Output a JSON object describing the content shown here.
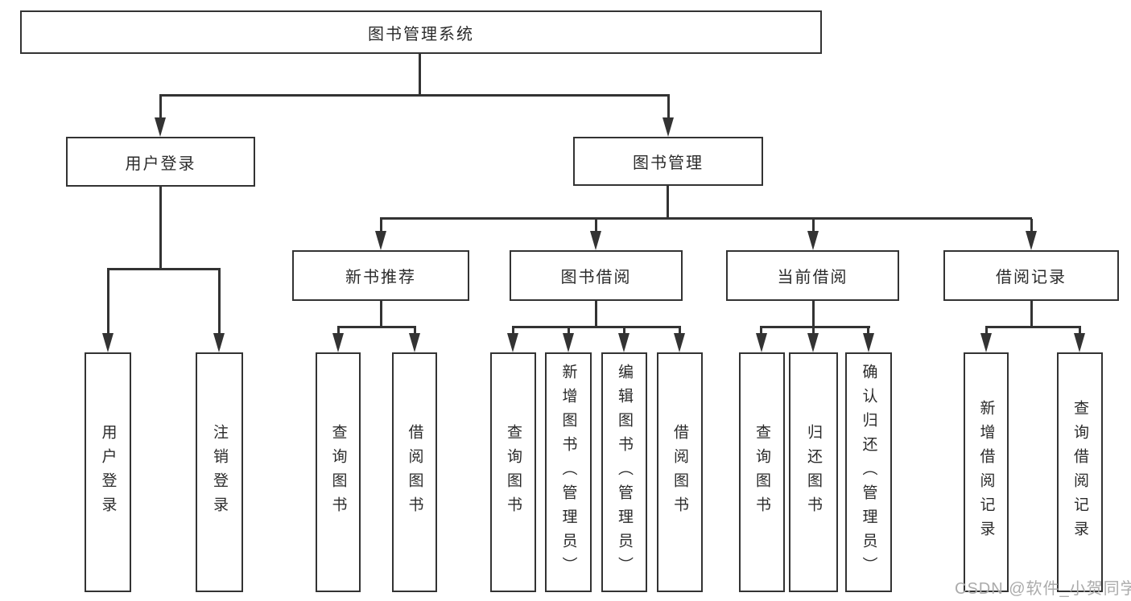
{
  "tree": {
    "root": {
      "label": "图书管理系统",
      "children": [
        {
          "label": "用户登录",
          "children": [
            {
              "label": "用户登录"
            },
            {
              "label": "注销登录"
            }
          ]
        },
        {
          "label": "图书管理",
          "children": [
            {
              "label": "新书推荐",
              "children": [
                {
                  "label": "查询图书"
                },
                {
                  "label": "借阅图书"
                }
              ]
            },
            {
              "label": "图书借阅",
              "children": [
                {
                  "label": "查询图书"
                },
                {
                  "label": "新增图书（管理员）"
                },
                {
                  "label": "编辑图书（管理员）"
                },
                {
                  "label": "借阅图书"
                }
              ]
            },
            {
              "label": "当前借阅",
              "children": [
                {
                  "label": "查询图书"
                },
                {
                  "label": "归还图书"
                },
                {
                  "label": "确认归还（管理员）"
                }
              ]
            },
            {
              "label": "借阅记录",
              "children": [
                {
                  "label": "新增借阅记录"
                },
                {
                  "label": "查询借阅记录"
                }
              ]
            }
          ]
        }
      ]
    }
  },
  "watermark": {
    "text": "CSDN @软件_小贺同学"
  },
  "colors": {
    "line": "#333333",
    "text": "#2b2b2b",
    "watermark": "#ababab",
    "background": "#ffffff"
  }
}
